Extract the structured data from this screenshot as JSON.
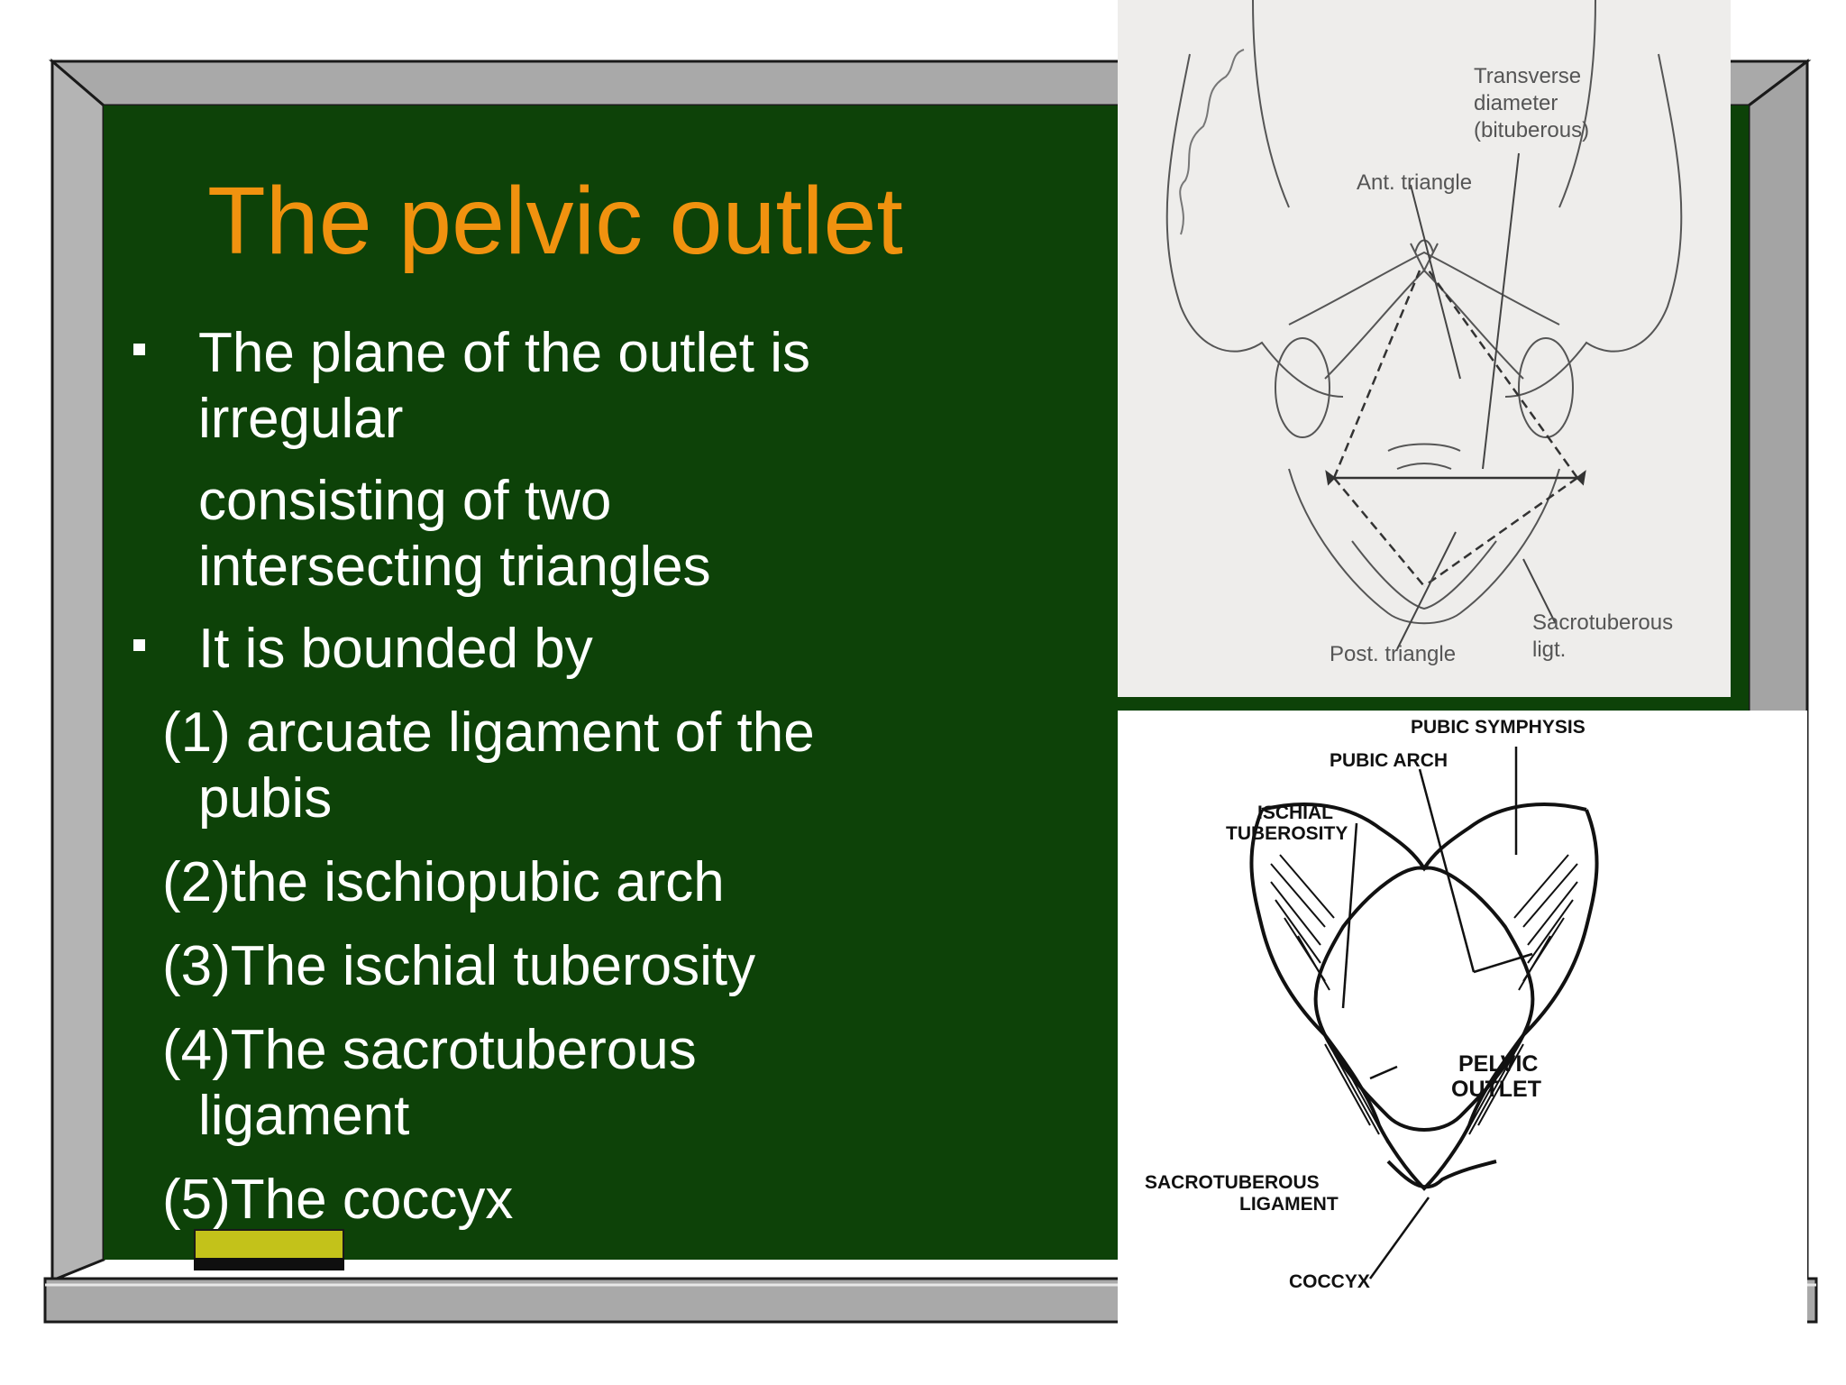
{
  "slide": {
    "title": "The pelvic outlet",
    "points": [
      {
        "bullet": true,
        "lines": [
          "The plane of the outlet is",
          "irregular"
        ]
      },
      {
        "bullet": false,
        "lines": [
          "consisting of two",
          "intersecting triangles"
        ]
      },
      {
        "bullet": true,
        "lines": [
          "It is bounded by"
        ]
      }
    ],
    "boundaries": [
      {
        "lines": [
          "(1) arcuate ligament of the",
          "pubis"
        ]
      },
      {
        "lines": [
          "(2)the ischiopubic arch"
        ]
      },
      {
        "lines": [
          "(3)The ischial tuberosity"
        ]
      },
      {
        "lines": [
          "(4)The sacrotuberous",
          "ligament"
        ]
      },
      {
        "lines": [
          "(5)The coccyx"
        ]
      }
    ]
  },
  "figure_top": {
    "labels": {
      "transverse": [
        "Transverse",
        "diameter",
        "(bituberous)"
      ],
      "ant_triangle": "Ant. triangle",
      "post_triangle": "Post. triangle",
      "sacrotuberous": [
        "Sacrotuberous",
        "ligt."
      ]
    }
  },
  "figure_bottom": {
    "labels": {
      "pubic_symphysis": "PUBIC SYMPHYSIS",
      "pubic_arch": "PUBIC ARCH",
      "ischial_tuberosity": [
        "ISCHIAL",
        "TUBEROSITY"
      ],
      "pelvic_outlet": [
        "PELVIC",
        "OUTLET"
      ],
      "sacrotuberous_ligament": [
        "SACROTUBEROUS",
        "LIGAMENT"
      ],
      "coccyx": "COCCYX"
    }
  },
  "colors": {
    "board": "#0d4208",
    "frame": "#a9a9a9",
    "title": "#f0920f",
    "text": "#ffffff",
    "eraser": "#c3c21a"
  }
}
